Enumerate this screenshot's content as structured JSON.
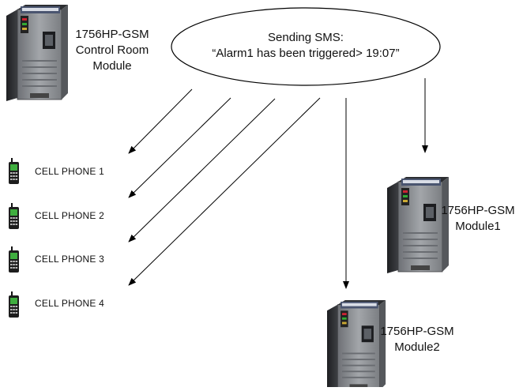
{
  "sms_bubble": {
    "line1": "Sending SMS:",
    "line2": "“Alarm1 has been triggered> 19:07”"
  },
  "control_module": {
    "name": "1756HP-GSM",
    "line2": "Control Room",
    "line3": "Module"
  },
  "module1": {
    "name": "1756HP-GSM",
    "line2": "Module1"
  },
  "module2": {
    "name": "1756HP-GSM",
    "line2": "Module2"
  },
  "phones": [
    {
      "label": "CELL PHONE 1"
    },
    {
      "label": "CELL PHONE 2"
    },
    {
      "label": "CELL PHONE 3"
    },
    {
      "label": "CELL PHONE 4"
    }
  ],
  "colors": {
    "ellipse_stroke": "#000000",
    "arrow": "#000000",
    "module_body": "#8f9296",
    "module_dark": "#2b2d30",
    "module_band": "#4a5570",
    "phone_green": "#3fae3f"
  }
}
